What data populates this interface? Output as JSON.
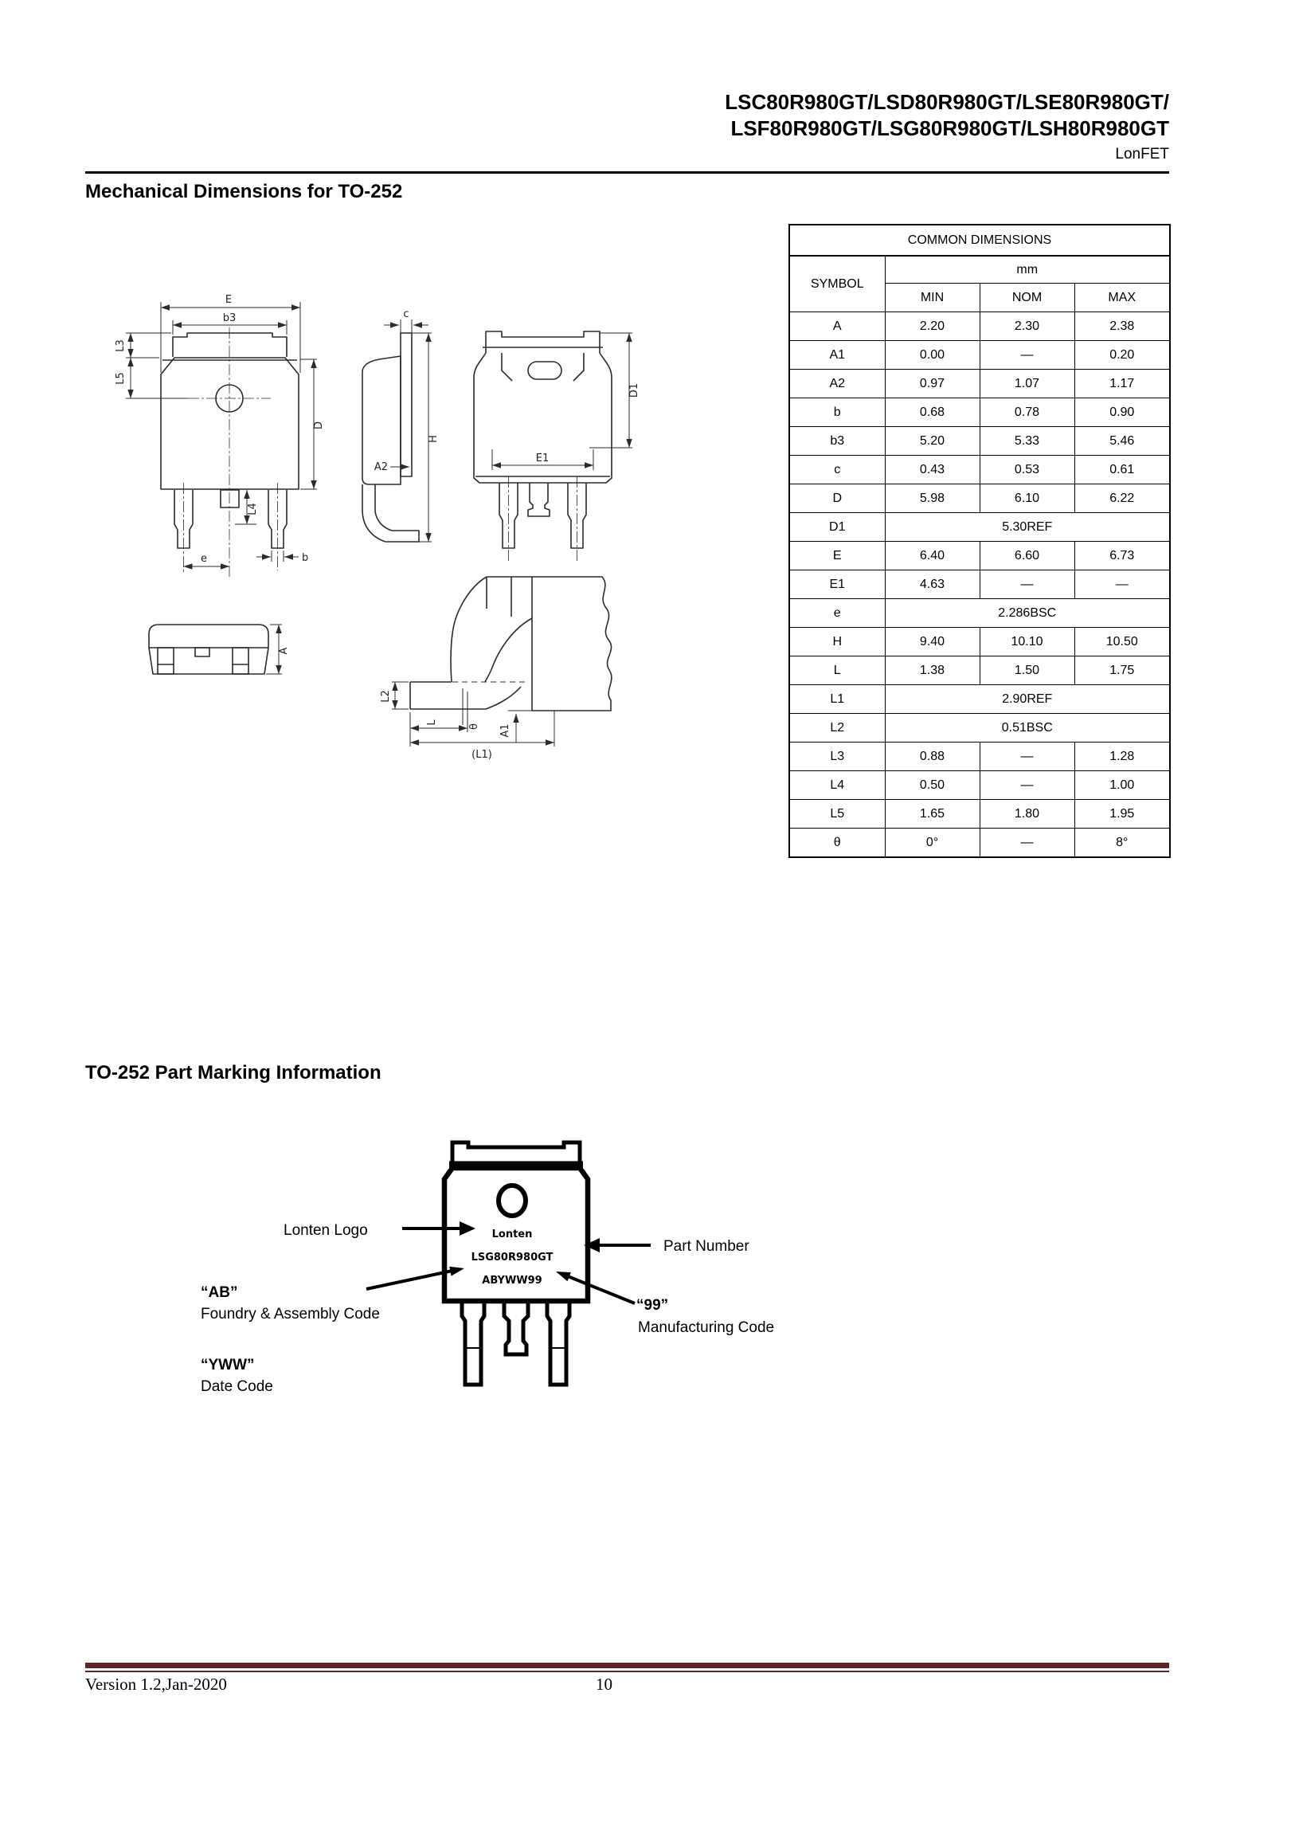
{
  "header": {
    "title_line1": "LSC80R980GT/LSD80R980GT/LSE80R980GT/",
    "title_line2": "LSF80R980GT/LSG80R980GT/LSH80R980GT",
    "subtitle": "LonFET"
  },
  "sections": {
    "mechanical_title": "Mechanical Dimensions for TO-252",
    "marking_title": "TO-252 Part Marking Information"
  },
  "dim_table": {
    "title": "COMMON DIMENSIONS",
    "symbol_header": "SYMBOL",
    "unit_header": "mm",
    "col_headers": [
      "MIN",
      "NOM",
      "MAX"
    ],
    "rows": [
      {
        "symbol": "A",
        "min": "2.20",
        "nom": "2.30",
        "max": "2.38"
      },
      {
        "symbol": "A1",
        "min": "0.00",
        "nom": "—",
        "max": "0.20"
      },
      {
        "symbol": "A2",
        "min": "0.97",
        "nom": "1.07",
        "max": "1.17"
      },
      {
        "symbol": "b",
        "min": "0.68",
        "nom": "0.78",
        "max": "0.90"
      },
      {
        "symbol": "b3",
        "min": "5.20",
        "nom": "5.33",
        "max": "5.46"
      },
      {
        "symbol": "c",
        "min": "0.43",
        "nom": "0.53",
        "max": "0.61"
      },
      {
        "symbol": "D",
        "min": "5.98",
        "nom": "6.10",
        "max": "6.22"
      },
      {
        "symbol": "D1",
        "span": "5.30REF"
      },
      {
        "symbol": "E",
        "min": "6.40",
        "nom": "6.60",
        "max": "6.73"
      },
      {
        "symbol": "E1",
        "min": "4.63",
        "nom": "—",
        "max": "—"
      },
      {
        "symbol": "e",
        "span": "2.286BSC"
      },
      {
        "symbol": "H",
        "min": "9.40",
        "nom": "10.10",
        "max": "10.50"
      },
      {
        "symbol": "L",
        "min": "1.38",
        "nom": "1.50",
        "max": "1.75"
      },
      {
        "symbol": "L1",
        "span": "2.90REF"
      },
      {
        "symbol": "L2",
        "span": "0.51BSC"
      },
      {
        "symbol": "L3",
        "min": "0.88",
        "nom": "—",
        "max": "1.28"
      },
      {
        "symbol": "L4",
        "min": "0.50",
        "nom": "—",
        "max": "1.00"
      },
      {
        "symbol": "L5",
        "min": "1.65",
        "nom": "1.80",
        "max": "1.95"
      },
      {
        "symbol": "θ",
        "min": "0°",
        "nom": "—",
        "max": "8°"
      }
    ]
  },
  "drawings": {
    "front": {
      "e_top": "E",
      "b3": "b3",
      "l3": "L3",
      "l5": "L5",
      "d": "D",
      "l4": "L4",
      "b": "b",
      "e_pitch": "e"
    },
    "side": {
      "c": "c",
      "h": "H",
      "a2": "A2"
    },
    "back": {
      "d1": "D1",
      "e1": "E1"
    },
    "bottom": {
      "a": "A"
    },
    "lead": {
      "l2": "L2",
      "l": "L",
      "theta": "θ",
      "a1": "A1",
      "l1": "(L1)"
    }
  },
  "marking": {
    "package_lines": [
      "Lonten",
      "LSG80R980GT",
      "ABYWW99"
    ],
    "labels": {
      "logo": "Lonten Logo",
      "part_number": "Part Number",
      "ab_code": "“AB”",
      "ab_desc": "Foundry & Assembly Code",
      "mfg_code": "“99”",
      "mfg_desc": "Manufacturing Code",
      "date_code": "“YWW”",
      "date_desc": "Date Code"
    }
  },
  "footer": {
    "version": "Version 1.2,Jan-2020",
    "page": "10",
    "bar_color": "#5c2727"
  }
}
